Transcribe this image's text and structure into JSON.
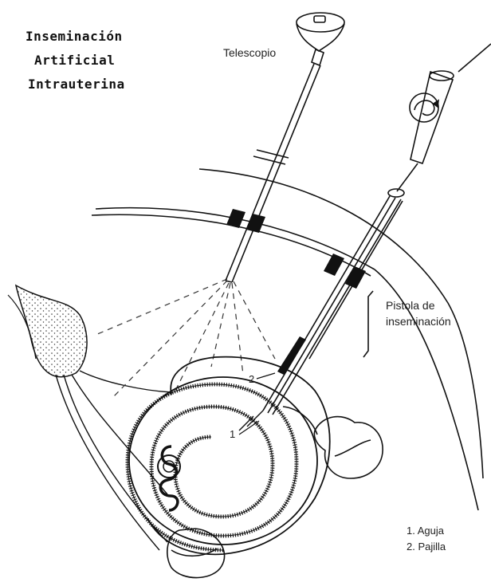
{
  "title": {
    "line1": "Inseminación",
    "line2": "Artificial",
    "line3": "Intrauterina"
  },
  "labels": {
    "telescope": "Telescopio",
    "gun_line1": "Pistola de",
    "gun_line2": "inseminación",
    "marker_1": "1",
    "marker_2": "2"
  },
  "legend": {
    "item1": "1. Aguja",
    "item2": "2. Pajilla"
  }
}
